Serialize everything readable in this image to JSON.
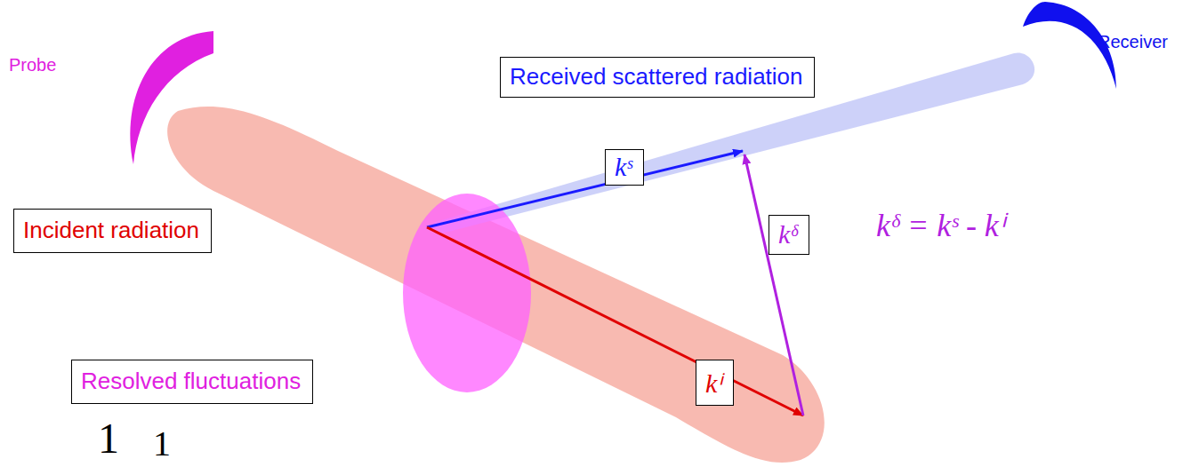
{
  "diagram": {
    "nodes": [
      {
        "text": [
          "Received scattered radiation"
        ]
      },
      {
        "text": [
          "kˢ"
        ]
      },
      {
        "text": [
          "Incident radiation"
        ]
      },
      {
        "text": [
          "kᵟ"
        ]
      },
      {
        "text": [
          "Resolved fluctuations"
        ]
      },
      {
        "text": [
          "kⁱ"
        ]
      }
    ],
    "labels": [
      "Probe",
      "Receiver",
      "kᵟ = kˢ - kⁱ",
      "1",
      "1"
    ]
  }
}
